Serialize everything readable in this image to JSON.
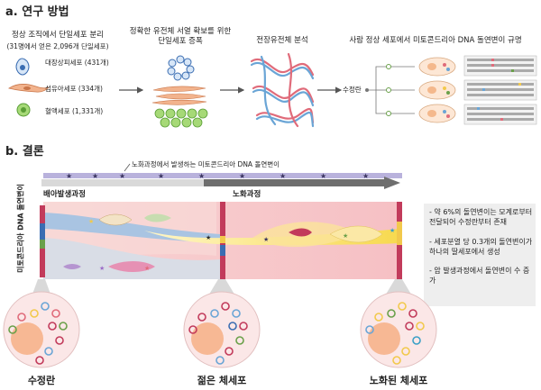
{
  "section_a": {
    "title": "a. 연구 방법",
    "step1": {
      "title": "정상 조직에서 단일세포 분리",
      "subtitle": "(31명에서 얻은 2,096개 단일세포)",
      "cells": [
        {
          "label": "대장상피세포 (431개)"
        },
        {
          "label": "섬유아세포 (334개)"
        },
        {
          "label": "혈액세포 (1,331개)"
        }
      ]
    },
    "step2": {
      "line1": "정확한 유전체 서열 확보를 위한",
      "line2": "단일세포 증폭"
    },
    "step3": {
      "title": "전장유전체 분석"
    },
    "step4": {
      "title": "사람 정상 세포에서 미토콘드리아 DNA 돌연변이 규명",
      "root_label": "수정란"
    }
  },
  "section_b": {
    "title": "b. 결론",
    "timeline_note": "노화과정에서 발생하는 미토콘드리아 DNA 돌연변이",
    "phase_embryo": "배아발생과정",
    "phase_aging": "노화과정",
    "y_axis": "미토콘드리아 DNA 돌연변이",
    "notes": [
      "- 약 6%의 돌연변이는 모계로부터 전달되어 수정란부터 존재",
      "- 세포분열 당 0.3개의 돌연변이가 하나의 딸세포에서 생성",
      "- 암 발생과정에서 돌연변이 수 증가"
    ],
    "captions": [
      "수정란",
      "젊은 체세포",
      "노화된 체세포"
    ]
  },
  "colors": {
    "arrow": "#555555",
    "timeline": "#b9b2dc",
    "note_bg": "#eeeeee",
    "pink_band": "#f4c7c7"
  }
}
